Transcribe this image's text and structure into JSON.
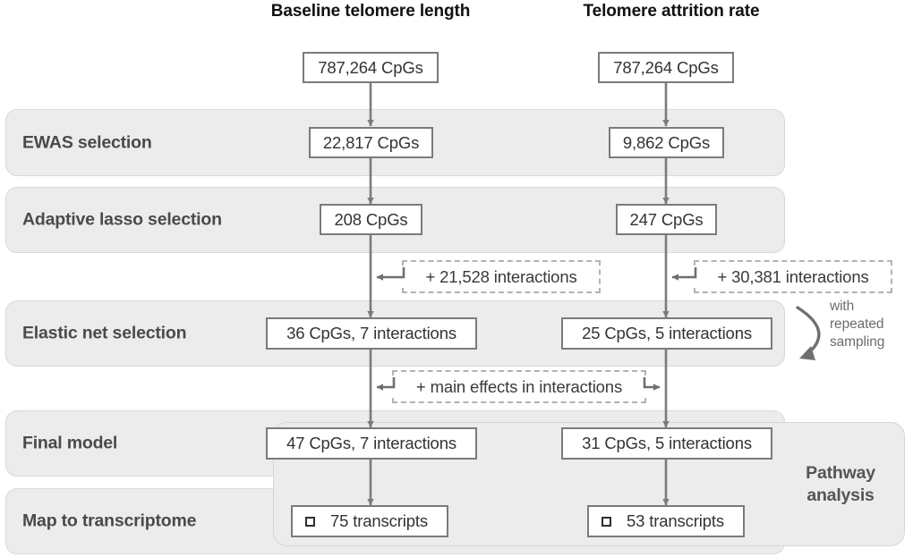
{
  "columns": [
    {
      "key": "baseline",
      "title": "Baseline telomere length"
    },
    {
      "key": "attrition",
      "title": "Telomere attrition rate"
    }
  ],
  "stages": [
    {
      "key": "ewas",
      "label": "EWAS selection"
    },
    {
      "key": "lasso",
      "label": "Adaptive lasso selection"
    },
    {
      "key": "elastic",
      "label": "Elastic net selection"
    },
    {
      "key": "final",
      "label": "Final model"
    },
    {
      "key": "map",
      "label": "Map to transcriptome"
    }
  ],
  "nodes": {
    "input_left": "787,264 CpGs",
    "input_right": "787,264 CpGs",
    "ewas_left": "22,817 CpGs",
    "ewas_right": "9,862 CpGs",
    "lasso_left": "208 CpGs",
    "lasso_right": "247 CpGs",
    "elastic_left": "36 CpGs, 7 interactions",
    "elastic_right": "25 CpGs, 5 interactions",
    "final_left": "47 CpGs, 7 interactions",
    "final_right": "31 CpGs, 5 interactions",
    "map_left": "75 transcripts",
    "map_right": "53 transcripts"
  },
  "annotations": {
    "interactions_left": "+ 21,528 interactions",
    "interactions_right": "+ 30,381 interactions",
    "main_effects": "+ main effects in interactions",
    "repeated_sampling": "with repeated sampling"
  },
  "pathway": {
    "title_line1": "Pathway",
    "title_line2": "analysis"
  },
  "colors": {
    "band_fill": "#ececec",
    "band_stroke": "#d9d9d9",
    "node_stroke": "#7b7b7b",
    "dashed_stroke": "#b3b3b3",
    "arrow": "#7b7b7b",
    "header_text": "#111111",
    "label_text": "#4a4a4a"
  }
}
